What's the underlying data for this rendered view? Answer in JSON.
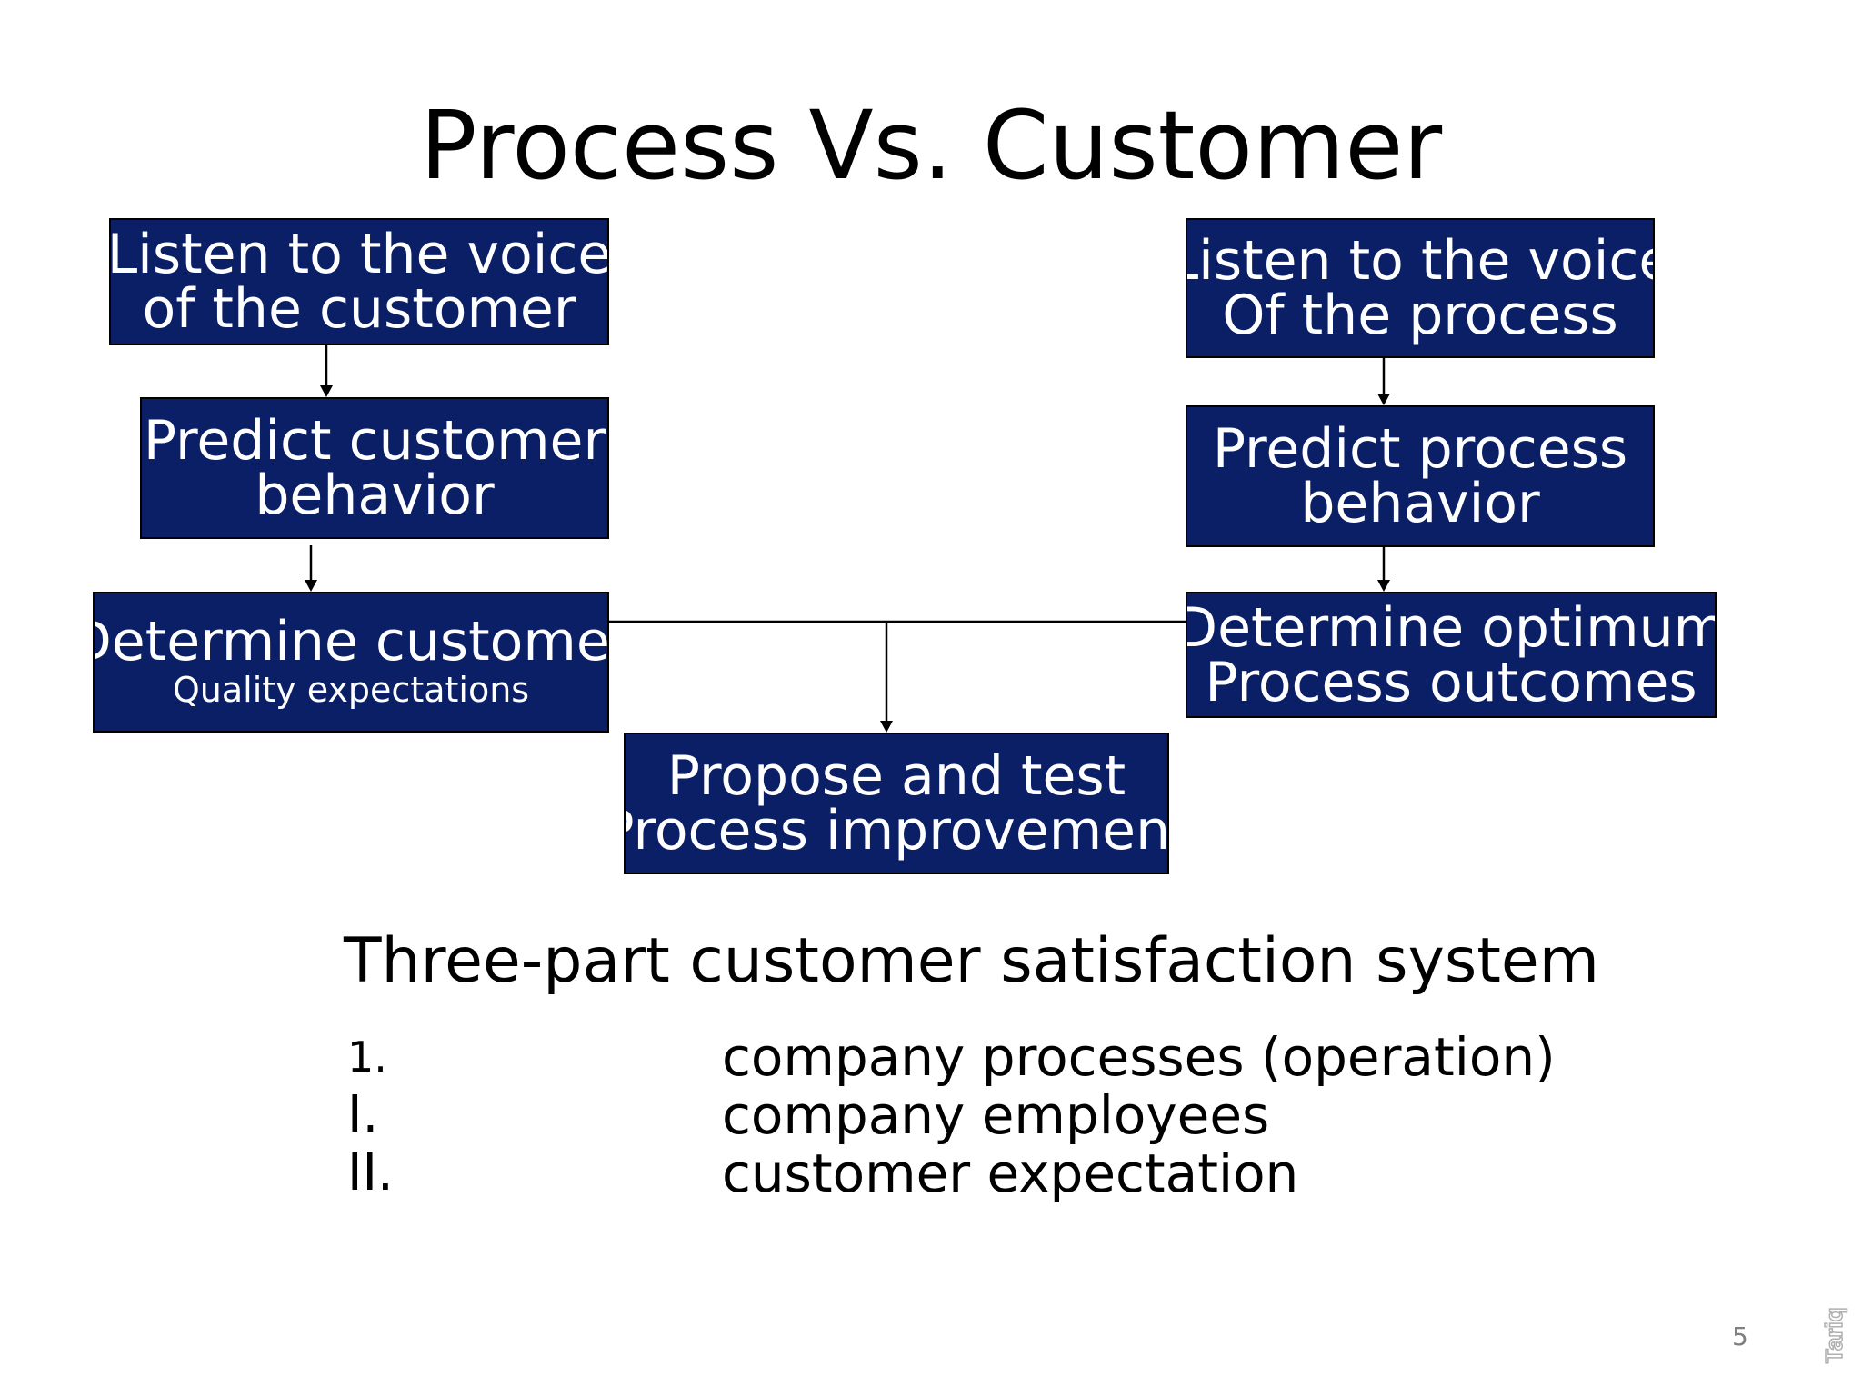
{
  "slide": {
    "title": "Process Vs. Customer",
    "page_number": "5",
    "watermark": "Tariq"
  },
  "diagram": {
    "boxes": {
      "voice_customer": {
        "line1": "Listen to the voice",
        "line2": "of the customer"
      },
      "predict_customer": {
        "line1": "Predict customer",
        "line2": "behavior"
      },
      "determine_customer": {
        "line1": "Determine customer",
        "line2": "Quality expectations"
      },
      "voice_process": {
        "line1": "Listen to the voice",
        "line2": "Of the process"
      },
      "predict_process": {
        "line1": "Predict process",
        "line2": "behavior"
      },
      "determine_process": {
        "line1": "Determine optimum",
        "line2": "Process outcomes"
      },
      "propose_improvement": {
        "line1": "Propose and test",
        "line2": "Process improvement"
      }
    },
    "colors": {
      "box_fill": "#0b1f66",
      "box_text": "#ffffff",
      "connector": "#000000"
    }
  },
  "content": {
    "subheading": "Three-part customer satisfaction system",
    "items": [
      {
        "marker": "1.",
        "text": "company processes (operation)"
      },
      {
        "marker": "I.",
        "text": "company employees"
      },
      {
        "marker": "II.",
        "text": "customer expectation"
      }
    ]
  }
}
